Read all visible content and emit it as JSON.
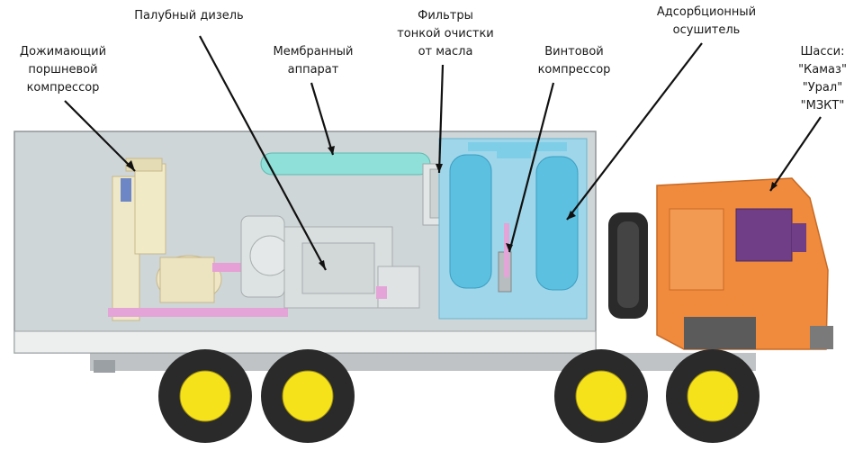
{
  "labels": {
    "booster": [
      "Дожимающий",
      "поршневой",
      "компрессор"
    ],
    "deck_diesel": [
      "Палубный дизель"
    ],
    "membrane": [
      "Мембранный",
      "аппарат"
    ],
    "filters": [
      "Фильтры",
      "тонкой очистки",
      "от масла"
    ],
    "screw": [
      "Винтовой",
      "компрессор"
    ],
    "dryer": [
      "Адсорбционный",
      "осушитель"
    ],
    "chassis": [
      "Шасси:",
      "\"Камаз\"",
      "\"Урал\"",
      "\"МЗКТ\""
    ]
  },
  "colors": {
    "body": "#cfd6d8",
    "cab": "#f08a3c",
    "tank": "#5cc0e0",
    "wheel_hub": "#f6e21a",
    "tire": "#2a2a2a"
  }
}
